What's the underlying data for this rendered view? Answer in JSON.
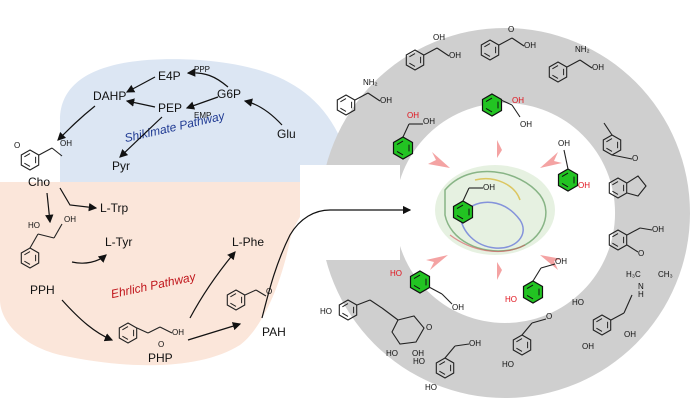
{
  "metabolites": {
    "e4p": "E4P",
    "ppp": "PPP",
    "g6p": "G6P",
    "dahp": "DAHP",
    "pep": "PEP",
    "emp": "EMP",
    "glu": "Glu",
    "pyr": "Pyr",
    "cho": "Cho",
    "ltrp": "L-Trp",
    "ltyr": "L-Tyr",
    "pph": "PPH",
    "lphe": "L-Phe",
    "php": "PHP",
    "pah": "PAH"
  },
  "pathways": {
    "shikimate": "Shikimate Pathway",
    "ehrlich": "Ehrlich Pathway"
  },
  "atoms": {
    "nh2": "NH₂",
    "oh": "OH",
    "ho": "HO",
    "o": "O",
    "h3c": "H₃C",
    "ch3": "CH₃",
    "n": "N",
    "h": "H"
  },
  "colors": {
    "shikimate_bg": "#dce6f3",
    "ehrlich_bg": "#fbe6da",
    "ring_gray": "#cfcfcf",
    "hydroxyl_red": "#e0101a",
    "phenyl_green": "#22c422",
    "shikimate_text": "#1f3a93",
    "ehrlich_text": "#c0151b",
    "arrow_pink": "#f4a3a3"
  }
}
